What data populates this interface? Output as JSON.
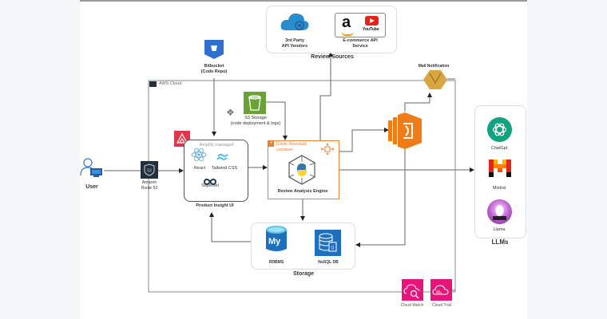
{
  "review_sources": {
    "title": "Review Sources",
    "third_party": "3rd Party\nAPI Vendors",
    "ecommerce": "E-commerce API\nService",
    "amazon_glyph": "a",
    "youtube_label": "YouTube"
  },
  "bitbucket": {
    "label": "Bitbucket\n(Code Repo)"
  },
  "aws_cloud": {
    "label": "AWS Cloud"
  },
  "s3": {
    "label": "S3 Storage\n(code deployment & logs)"
  },
  "amplify": {
    "managed_label": "Amplify managed",
    "react": "React",
    "tailwind": "Tailwind CSS",
    "superset": "Superset",
    "title": "Product Insight UI"
  },
  "beanstalk": {
    "container_label": "Elastic Beanstalk\ncontainer",
    "title": "Review Analysis Engine"
  },
  "user": {
    "label": "User"
  },
  "route53": {
    "label": "Amazon\nRoute 53"
  },
  "mail": {
    "label": "Mail Notification"
  },
  "llms": {
    "title": "LLMs",
    "items": [
      {
        "label": "ChatGpt"
      },
      {
        "label": "Mixtral"
      },
      {
        "label": "Llama"
      }
    ]
  },
  "storage": {
    "title": "Storage",
    "rdbms": "RDBMS",
    "nosql": "NoSQL DB",
    "my_glyph": "My"
  },
  "monitoring": {
    "cloudwatch": "Cloud Watch",
    "cloudtrail": "Cloud Trail"
  },
  "colors": {
    "amplify_red": "#e0364c",
    "s3_green": "#6aa237",
    "beanstalk_orange": "#ed7d31",
    "lambda_orange": "#f07c18",
    "ses_gold": "#d9a741",
    "storage_blue": "#1f6fbf",
    "monitor_pink": "#e7157b",
    "route53_navy": "#232f3e",
    "chatgpt_green": "#10a37f",
    "bitbucket_blue": "#2f6fcf"
  }
}
